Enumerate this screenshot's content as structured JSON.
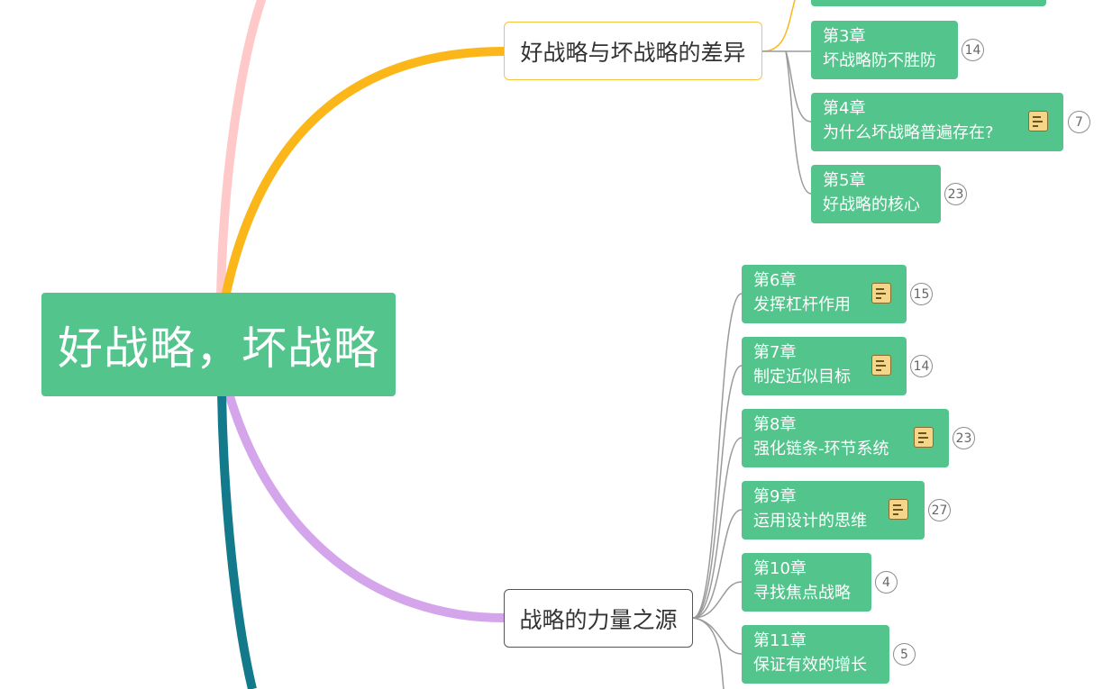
{
  "root": {
    "title": "好战略，坏战略"
  },
  "branches": [
    {
      "label": "好战略与坏战略的差异",
      "color": "#fbb619",
      "chapters": [
        {
          "number": "第3章",
          "title": "坏战略防不胜防",
          "count": "14",
          "has_note": false
        },
        {
          "number": "第4章",
          "title": "为什么坏战略普遍存在?",
          "count": "7",
          "has_note": true
        },
        {
          "number": "第5章",
          "title": "好战略的核心",
          "count": "23",
          "has_note": false
        }
      ]
    },
    {
      "label": "战略的力量之源",
      "color": "#d4a5ea",
      "chapters": [
        {
          "number": "第6章",
          "title": "发挥杠杆作用",
          "count": "15",
          "has_note": true
        },
        {
          "number": "第7章",
          "title": "制定近似目标",
          "count": "14",
          "has_note": true
        },
        {
          "number": "第8章",
          "title": "强化链条-环节系统",
          "count": "23",
          "has_note": true
        },
        {
          "number": "第9章",
          "title": "运用设计的思维",
          "count": "27",
          "has_note": true
        },
        {
          "number": "第10章",
          "title": "寻找焦点战略",
          "count": "4",
          "has_note": false
        },
        {
          "number": "第11章",
          "title": "保证有效的增长",
          "count": "5",
          "has_note": false
        }
      ]
    }
  ],
  "colors": {
    "node_green": "#52c48c",
    "branch_pink": "#ffc9c9",
    "branch_orange": "#fbb619",
    "branch_purple": "#d4a5ea",
    "branch_teal": "#127a8a",
    "connector_gray": "#9a9a9a",
    "note_fill": "#f4d58a"
  }
}
